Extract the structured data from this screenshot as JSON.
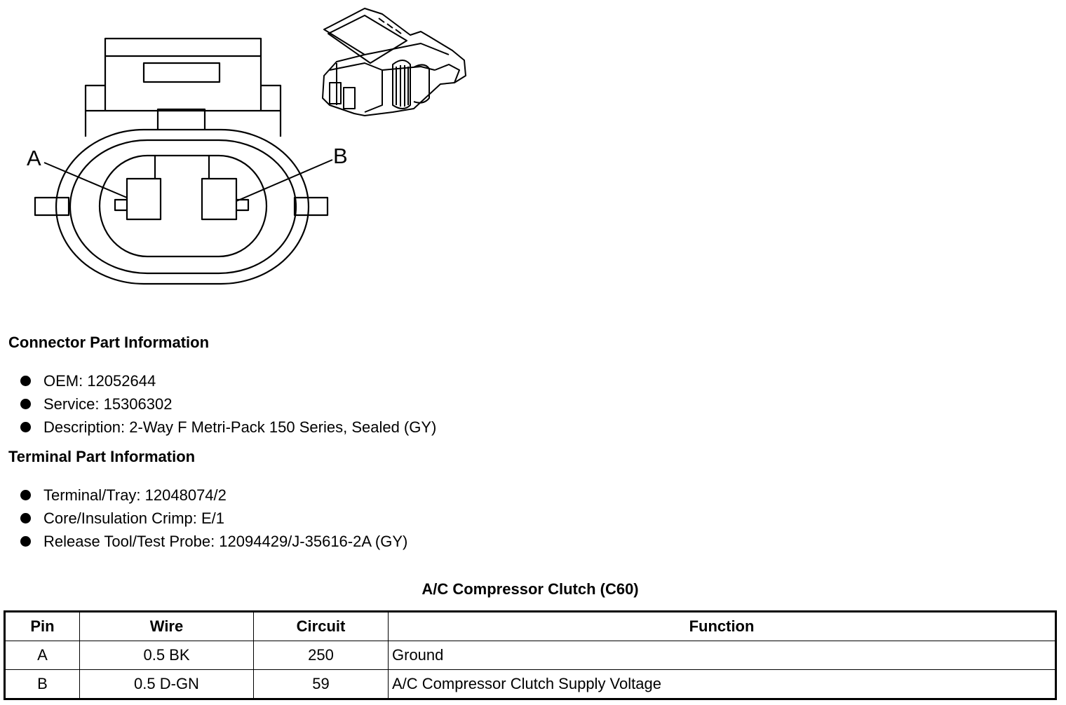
{
  "callouts": {
    "a": "A",
    "b": "B"
  },
  "connector_info": {
    "heading": "Connector Part Information",
    "items": [
      "OEM: 12052644",
      "Service: 15306302",
      "Description: 2-Way F Metri-Pack 150 Series, Sealed (GY)"
    ]
  },
  "terminal_info": {
    "heading": "Terminal Part Information",
    "items": [
      "Terminal/Tray: 12048074/2",
      "Core/Insulation Crimp: E/1",
      "Release Tool/Test Probe: 12094429/J-35616-2A (GY)"
    ]
  },
  "table": {
    "title": "A/C Compressor Clutch (C60)",
    "headers": [
      "Pin",
      "Wire",
      "Circuit",
      "Function"
    ],
    "rows": [
      [
        "A",
        "0.5 BK",
        "250",
        "Ground"
      ],
      [
        "B",
        "0.5 D-GN",
        "59",
        "A/C Compressor Clutch Supply Voltage"
      ]
    ]
  }
}
